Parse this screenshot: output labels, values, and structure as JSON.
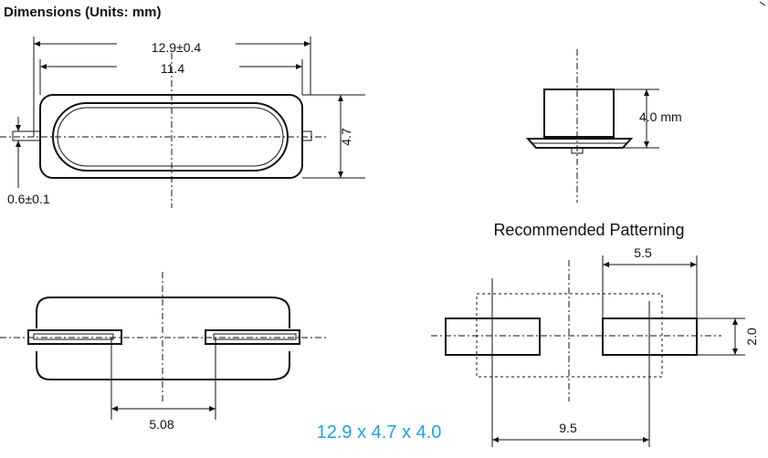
{
  "header": {
    "title": "Dimensions (Units: mm)"
  },
  "top_view": {
    "overall_width": "12.9±0.4",
    "inner_width": "11.4",
    "height": "4.7",
    "lead": "0.6±0.1"
  },
  "side_view": {
    "height": "4.0 mm"
  },
  "bottom_view": {
    "pad_pitch": "5.08"
  },
  "patterning": {
    "title": "Recommended Patterning",
    "pad_width": "5.5",
    "pad_height": "2.0",
    "span": "9.5"
  },
  "size_label": "12.9 x 4.7 x 4.0",
  "colors": {
    "accent": "#1ba3e0",
    "ink": "#111111"
  }
}
